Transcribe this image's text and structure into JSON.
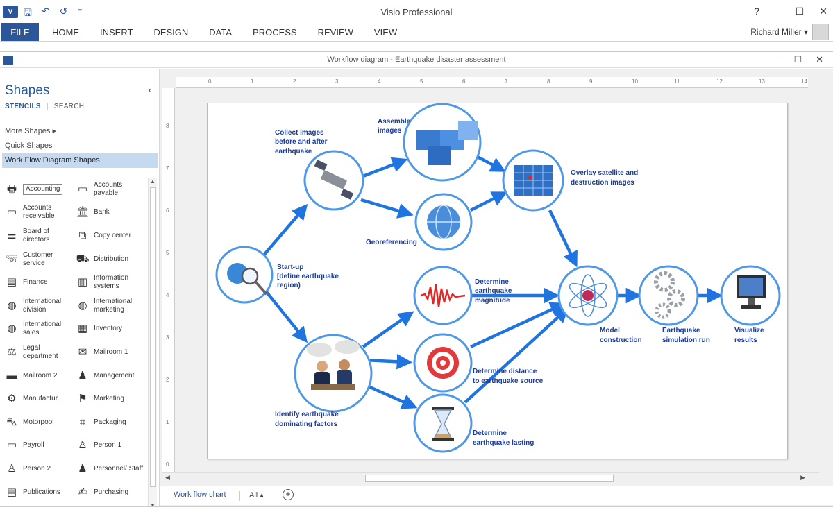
{
  "window": {
    "app_title": "Visio Professional",
    "app_icon_label": "V",
    "controls": {
      "help": "?",
      "minimize": "–",
      "restore": "☐",
      "close": "✕"
    }
  },
  "qat": {
    "save": "🖫",
    "undo": "↶",
    "redo": "↺",
    "customize": "⁼"
  },
  "ribbon": {
    "file": "FILE",
    "tabs": [
      "HOME",
      "INSERT",
      "DESIGN",
      "DATA",
      "PROCESS",
      "REVIEW",
      "VIEW"
    ],
    "user": "Richard Miller"
  },
  "document": {
    "title": "Workflow diagram - Earthquake disaster assessment",
    "controls": {
      "minimize": "–",
      "restore": "☐",
      "close": "✕"
    }
  },
  "shapes_pane": {
    "title": "Shapes",
    "collapse": "‹",
    "tab_stencils": "STENCILS",
    "tab_search": "SEARCH",
    "tab_separator": "|",
    "more_shapes": "More Shapes",
    "more_shapes_arrow": "▸",
    "quick_shapes": "Quick Shapes",
    "selected_stencil": "Work Flow Diagram Shapes",
    "items": [
      {
        "label": "Accounting",
        "icon": "🖶"
      },
      {
        "label": "Accounts payable",
        "icon": "▭"
      },
      {
        "label": "Accounts receivable",
        "icon": "▭"
      },
      {
        "label": "Bank",
        "icon": "🏛"
      },
      {
        "label": "Board of directors",
        "icon": "⚌"
      },
      {
        "label": "Copy center",
        "icon": "⧉"
      },
      {
        "label": "Customer service",
        "icon": "☏"
      },
      {
        "label": "Distribution",
        "icon": "⛟"
      },
      {
        "label": "Finance",
        "icon": "▤"
      },
      {
        "label": "Information systems",
        "icon": "▥"
      },
      {
        "label": "International division",
        "icon": "◍"
      },
      {
        "label": "International marketing",
        "icon": "◍"
      },
      {
        "label": "International sales",
        "icon": "◍"
      },
      {
        "label": "Inventory",
        "icon": "▦"
      },
      {
        "label": "Legal department",
        "icon": "⚖"
      },
      {
        "label": "Mailroom 1",
        "icon": "✉"
      },
      {
        "label": "Mailroom 2",
        "icon": "▬"
      },
      {
        "label": "Management",
        "icon": "♟"
      },
      {
        "label": "Manufactur...",
        "icon": "⚙"
      },
      {
        "label": "Marketing",
        "icon": "⚑"
      },
      {
        "label": "Motorpool",
        "icon": "⛍"
      },
      {
        "label": "Packaging",
        "icon": "⌗"
      },
      {
        "label": "Payroll",
        "icon": "▭"
      },
      {
        "label": "Person 1",
        "icon": "♙"
      },
      {
        "label": "Person 2",
        "icon": "♙"
      },
      {
        "label": "Personnel/ Staff",
        "icon": "♟"
      },
      {
        "label": "Publications",
        "icon": "▤"
      },
      {
        "label": "Purchasing",
        "icon": "✍"
      }
    ]
  },
  "ruler_top": [
    "0",
    "1",
    "2",
    "3",
    "4",
    "5",
    "6",
    "7",
    "8",
    "9",
    "10",
    "11",
    "12",
    "13",
    "14"
  ],
  "ruler_left": [
    "8",
    "7",
    "6",
    "5",
    "4",
    "3",
    "2",
    "1",
    "0"
  ],
  "diagram": {
    "labels": {
      "collect": [
        "Collect images",
        "before and after",
        "earthquake"
      ],
      "assemble": [
        "Assemble",
        "images"
      ],
      "overlay": [
        "Overlay satellite and",
        "destruction images"
      ],
      "georef": [
        "Georeferencing"
      ],
      "startup": [
        "Start-up",
        "[define earthquake",
        "region)"
      ],
      "magnitude": [
        "Determine",
        "earthquake",
        "magnitude"
      ],
      "model": [
        "Model",
        "construction"
      ],
      "simulation": [
        "Earthquake",
        "simulation run"
      ],
      "visualize": [
        "Visualize",
        "results"
      ],
      "distance": [
        "Determine distance",
        "to earthquake source"
      ],
      "identify": [
        "Identify earthquake",
        "dominating factors"
      ],
      "lasting": [
        "Determine",
        "earthquake lasting"
      ]
    },
    "accent": "#1f74e0",
    "node_stroke": "#4f98e6"
  },
  "page_tabs": {
    "current": "Work flow chart",
    "all": "All ▴",
    "add": "+"
  }
}
